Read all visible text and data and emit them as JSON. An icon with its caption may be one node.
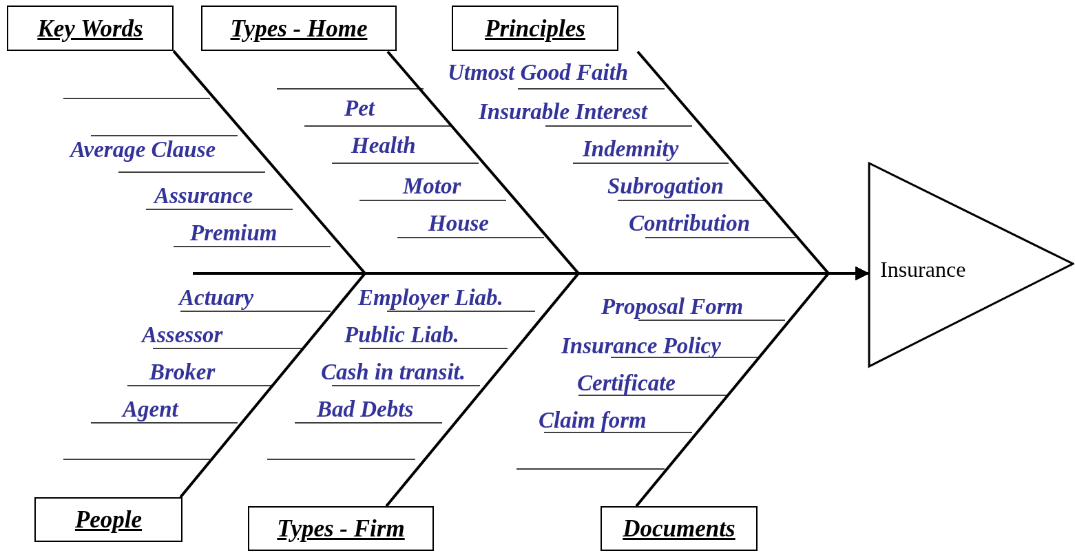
{
  "diagram": {
    "nodes": [
      {
        "text": [
          "Key Words"
        ]
      },
      {
        "text": [
          "Types - Home"
        ]
      },
      {
        "text": [
          "Principles"
        ]
      },
      {
        "text": [
          "People"
        ]
      },
      {
        "text": [
          "Types - Firm"
        ]
      },
      {
        "text": [
          "Documents"
        ]
      },
      {
        "text": [
          "Insurance"
        ]
      }
    ],
    "edges": [
      {
        "from": 0,
        "to": 6,
        "arrow": "to"
      },
      {
        "from": 1,
        "to": 6,
        "arrow": "to"
      },
      {
        "from": 2,
        "to": 6,
        "arrow": "to"
      },
      {
        "from": 3,
        "to": 6,
        "arrow": "to"
      },
      {
        "from": 4,
        "to": 6,
        "arrow": "to"
      },
      {
        "from": 5,
        "to": 6,
        "arrow": "to"
      }
    ],
    "labels": [
      "Average Clause",
      "Assurance",
      "Premium",
      "Pet",
      "Health",
      "Motor",
      "House",
      "Utmost Good Faith",
      "Insurable Interest",
      "Indemnity",
      "Subrogation",
      "Contribution",
      "Actuary",
      "Assessor",
      "Broker",
      "Agent",
      "Employer Liab.",
      "Public Liab.",
      "Cash in transit.",
      "Bad Debts",
      "Proposal Form",
      "Insurance Policy",
      "Certificate",
      "Claim form"
    ]
  }
}
